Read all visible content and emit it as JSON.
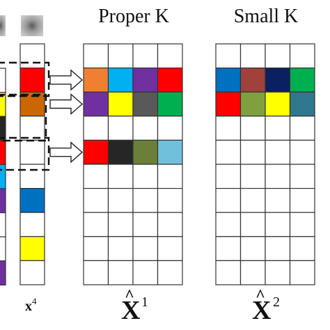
{
  "colors": {
    "empty": "#ffffff",
    "orange": "#f08030",
    "sky": "#00b0f0",
    "purple": "#7030a0",
    "red": "#ff0000",
    "violet": "#7030a0",
    "yellow": "#ffff00",
    "gray": "#595959",
    "green": "#00b050",
    "black": "#262626",
    "olive": "#6b7f38",
    "lightblue": "#70c0dc",
    "blue": "#0070c0",
    "brown": "#a0413c",
    "navy": "#0b2060",
    "olivegreen": "#80a040",
    "teal": "#30788e",
    "darkorange": "#cc6600"
  },
  "titles": {
    "proper": "Proper K",
    "small": "Small K"
  },
  "labels": {
    "x4_base": "x",
    "x4_sup": "4",
    "x1_base": "X",
    "x1_sup": "1",
    "x2_base": "X",
    "x2_sup": "2"
  },
  "thumbnails": [
    "image-thumbnail-1",
    "image-thumbnail-2"
  ],
  "partial_column": [
    "empty",
    "yellow",
    "black",
    "red",
    "sky",
    "violet",
    "empty",
    "empty",
    "violet"
  ],
  "x4_column": [
    "empty",
    "red",
    "darkorange",
    "empty",
    "empty",
    "empty",
    "blue",
    "empty",
    "yellow",
    "empty"
  ],
  "proper_grid": [
    [
      "empty",
      "empty",
      "empty",
      "empty"
    ],
    [
      "orange",
      "sky",
      "purple",
      "red"
    ],
    [
      "violet",
      "yellow",
      "gray",
      "green"
    ],
    [
      "empty",
      "empty",
      "empty",
      "empty"
    ],
    [
      "red",
      "black",
      "olive",
      "lightblue"
    ],
    [
      "empty",
      "empty",
      "empty",
      "empty"
    ],
    [
      "empty",
      "empty",
      "empty",
      "empty"
    ],
    [
      "empty",
      "empty",
      "empty",
      "empty"
    ],
    [
      "empty",
      "empty",
      "empty",
      "empty"
    ],
    [
      "empty",
      "empty",
      "empty",
      "empty"
    ]
  ],
  "small_grid": [
    [
      "empty",
      "empty",
      "empty",
      "empty"
    ],
    [
      "blue",
      "brown",
      "navy",
      "green"
    ],
    [
      "red",
      "olivegreen",
      "yellow",
      "teal"
    ],
    [
      "empty",
      "empty",
      "empty",
      "empty"
    ],
    [
      "empty",
      "empty",
      "empty",
      "empty"
    ],
    [
      "empty",
      "empty",
      "empty",
      "empty"
    ],
    [
      "empty",
      "empty",
      "empty",
      "empty"
    ],
    [
      "empty",
      "empty",
      "empty",
      "empty"
    ],
    [
      "empty",
      "empty",
      "empty",
      "empty"
    ],
    [
      "empty",
      "empty",
      "empty",
      "empty"
    ]
  ],
  "arrows_to_rows": [
    1,
    2,
    4
  ]
}
